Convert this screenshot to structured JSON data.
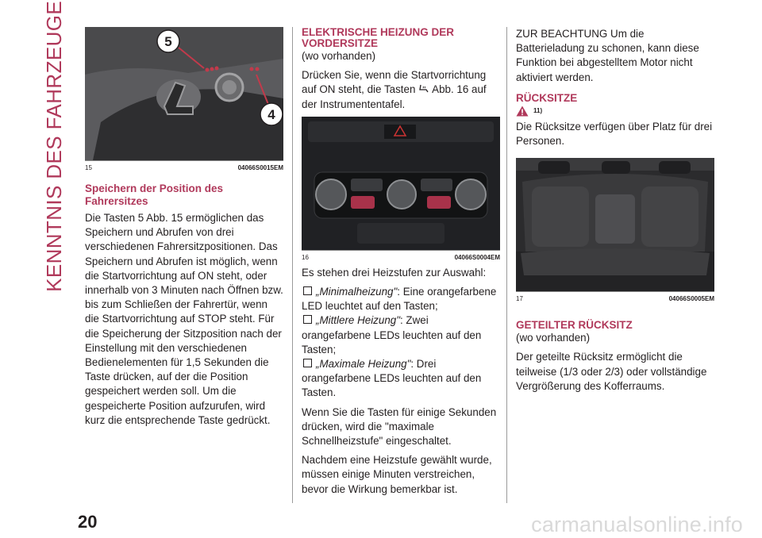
{
  "page": {
    "side_title": "KENNTNIS DES FAHRZEUGES",
    "page_number": "20",
    "watermark": "carmanualsonline.info"
  },
  "col1": {
    "figure": {
      "number": "15",
      "code": "04066S0015EM",
      "callouts": [
        "5",
        "4"
      ]
    },
    "heading": "Speichern der Position des Fahrersitzes",
    "para": "Die Tasten 5 Abb. 15 ermöglichen das Speichern und Abrufen von drei verschiedenen Fahrersitzpositionen. Das Speichern und Abrufen ist möglich, wenn die Startvorrichtung auf ON steht, oder innerhalb von 3 Minuten nach Öffnen bzw. bis zum Schließen der Fahrertür, wenn die Startvorrichtung auf STOP steht. Für die Speicherung der Sitzposition nach der Einstellung mit den verschiedenen Bedienelementen für 1,5 Sekunden die Taste drücken, auf der die Position gespeichert werden soll. Um die gespeicherte Position aufzurufen, wird kurz die entsprechende Taste gedrückt."
  },
  "col2": {
    "heading": "ELEKTRISCHE HEIZUNG DER VORDERSITZE",
    "subtitle": "(wo vorhanden)",
    "intro_a": "Drücken Sie, wenn die Startvorrichtung auf ON steht, die Tasten",
    "intro_b": "Abb. 16 auf der Instrumententafel.",
    "figure": {
      "number": "16",
      "code": "04066S0004EM"
    },
    "levels_intro": "Es stehen drei Heizstufen zur Auswahl:",
    "levels": [
      {
        "name": "„Minimalheizung\"",
        "desc": ": Eine orangefarbene LED leuchtet auf den Tasten;"
      },
      {
        "name": "„Mittlere Heizung\"",
        "desc": ": Zwei orangefarbene LEDs leuchten auf den Tasten;"
      },
      {
        "name": "„Maximale Heizung\"",
        "desc": ": Drei orangefarbene LEDs leuchten auf den Tasten."
      }
    ],
    "para2": "Wenn Sie die Tasten für einige Sekunden drücken, wird die \"maximale Schnellheizstufe\" eingeschaltet.",
    "para3": "Nachdem eine Heizstufe gewählt wurde, müssen einige Minuten verstreichen, bevor die Wirkung bemerkbar ist."
  },
  "col3": {
    "note": "ZUR BEACHTUNG Um die Batterieladung zu schonen, kann diese Funktion bei abgestelltem Motor nicht aktiviert werden.",
    "heading1": "RÜCKSITZE",
    "warning_ref": "11)",
    "para1": "Die Rücksitze verfügen über Platz für drei Personen.",
    "figure": {
      "number": "17",
      "code": "04066S0005EM"
    },
    "heading2": "GETEILTER RÜCKSITZ",
    "subtitle2": "(wo vorhanden)",
    "para2": "Der geteilte Rücksitz ermöglicht die teilweise (1/3 oder 2/3) oder vollständige Vergrößerung des Kofferraums."
  },
  "colors": {
    "accent": "#b0395b",
    "text": "#231f20",
    "led": "#e6892c"
  }
}
